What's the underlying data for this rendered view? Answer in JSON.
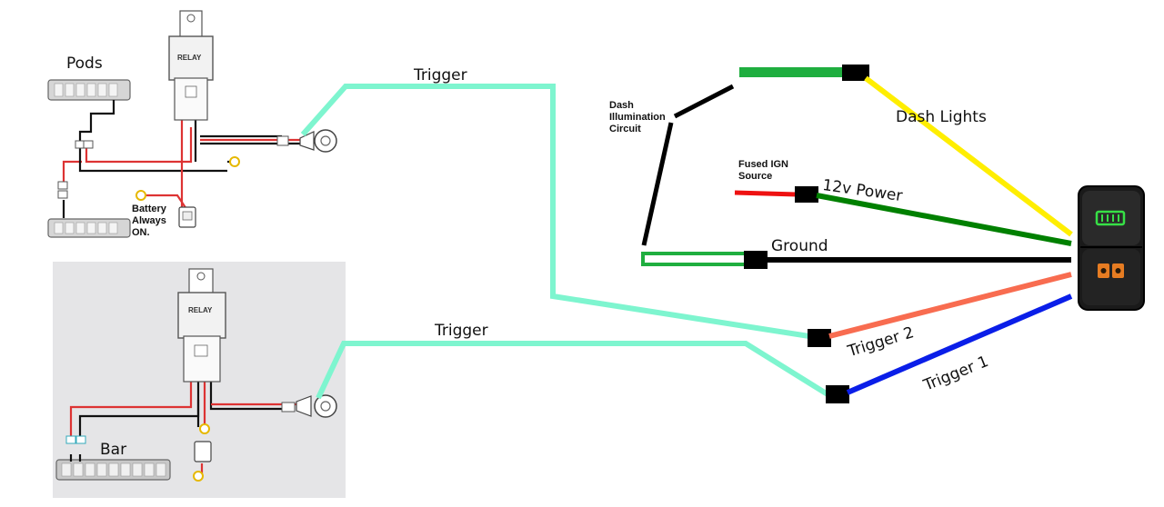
{
  "labels": {
    "pods": "Pods",
    "bar": "Bar",
    "relay_top": "RELAY",
    "relay_bottom": "RELAY",
    "battery": "Battery\nAlways\nON.",
    "trigger_top": "Trigger",
    "trigger_bottom": "Trigger",
    "dash_circuit": "Dash\nIllumination\nCircuit",
    "fused_ign": "Fused IGN\nSource",
    "dash_lights": "Dash Lights",
    "power_12v": "12v Power",
    "ground": "Ground",
    "trigger_2": "Trigger 2",
    "trigger_1": "Trigger 1"
  },
  "wire_colors": {
    "trigger": "#7ef5cf",
    "dash_lights": "#ffee00",
    "power": "#008000",
    "ground": "#000000",
    "trigger_2": "#f86c50",
    "trigger_1": "#0a1ee8",
    "fused_ign": "#ee1111",
    "dash_green": "#1fae3f"
  },
  "icons": {
    "switch_top_symbol": "light-bar-icon",
    "switch_bottom_symbol": "dual-pods-icon",
    "switch_top_color": "#37e046",
    "switch_bottom_color": "#e67c22"
  }
}
